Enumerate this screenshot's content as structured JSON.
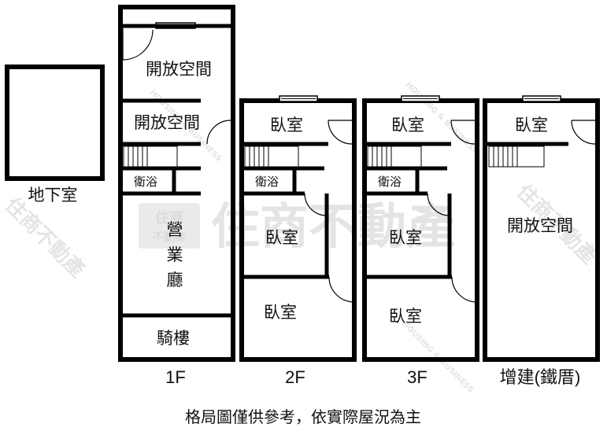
{
  "basement": {
    "label": "地下室"
  },
  "floor1": {
    "floor_label": "1F",
    "rooms": {
      "open_top": "開放空間",
      "open_mid": "開放空間",
      "bath": "衛浴",
      "hall_1": "營",
      "hall_2": "業",
      "hall_3": "廳",
      "arcade": "騎樓"
    }
  },
  "floor2": {
    "floor_label": "2F",
    "rooms": {
      "bed_top": "臥室",
      "bath": "衛浴",
      "bed_mid": "臥室",
      "bed_bottom": "臥室"
    }
  },
  "floor3": {
    "floor_label": "3F",
    "rooms": {
      "bed_top": "臥室",
      "bath": "衛浴",
      "bed_mid": "臥室",
      "bed_bottom": "臥室"
    }
  },
  "extension": {
    "floor_label": "增建(鐵厝)",
    "rooms": {
      "bed_top": "臥室",
      "open": "開放空間"
    }
  },
  "watermark": {
    "main": "住商不動產",
    "logo_top": "住商",
    "logo_bottom": "不動產",
    "diagonal": "住商不動產",
    "english": "HOUSING & BUSINESS"
  },
  "footer_note": "格局圖僅供參考，依實際屋況為主"
}
